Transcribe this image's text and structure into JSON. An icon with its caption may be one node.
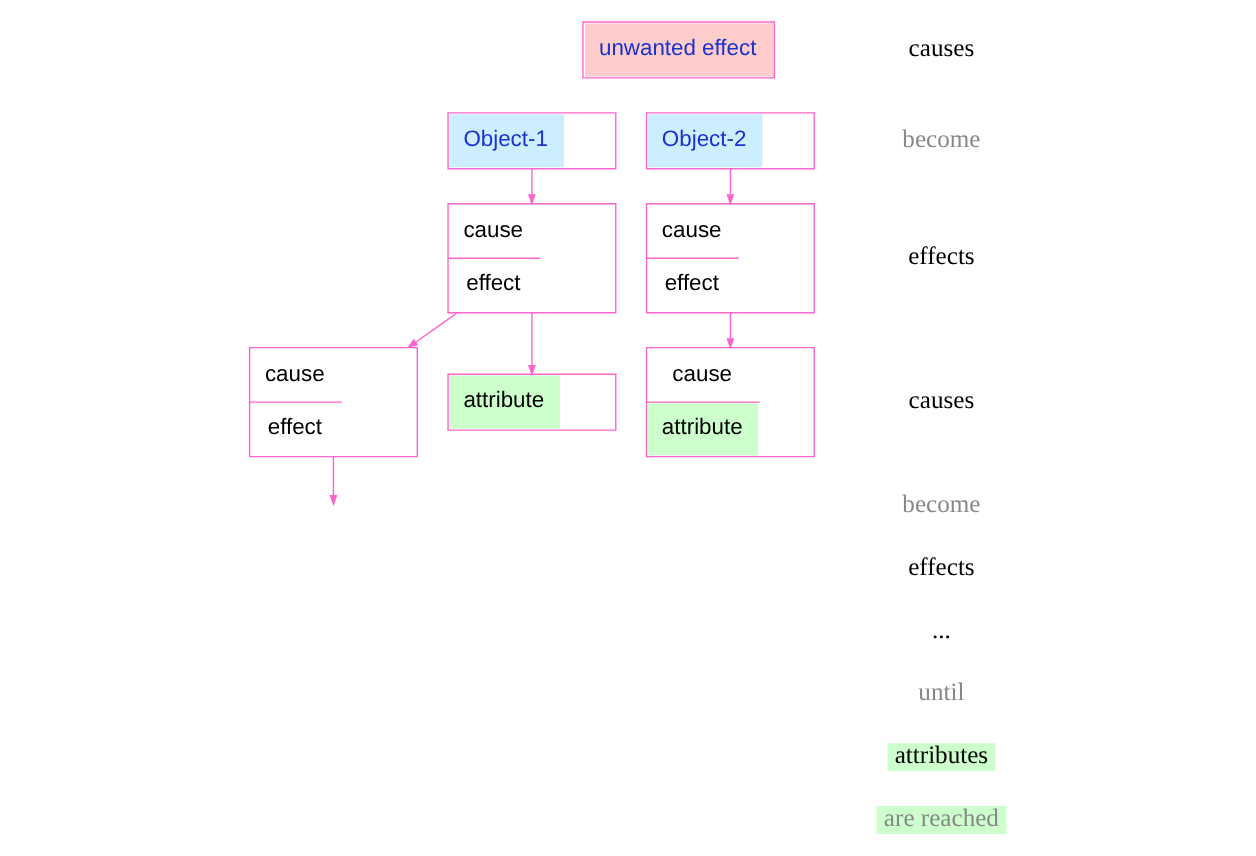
{
  "diagram": {
    "nodes": [
      {
        "text": [
          "unwanted effect"
        ]
      },
      {
        "text": [
          "Object-1"
        ]
      },
      {
        "text": [
          "Object-2"
        ]
      },
      {
        "text": [
          "cause",
          "effect"
        ]
      },
      {
        "text": [
          "cause",
          "effect"
        ]
      },
      {
        "text": [
          "cause",
          "effect"
        ]
      },
      {
        "text": [
          "attribute"
        ]
      },
      {
        "text": [
          "cause",
          "attribute"
        ]
      }
    ],
    "edges": [
      {
        "from": 1,
        "to": 3,
        "arrow": "to"
      },
      {
        "from": 2,
        "to": 4,
        "arrow": "to"
      },
      {
        "from": 3,
        "to": 5,
        "arrow": "to"
      },
      {
        "from": 3,
        "to": 6,
        "arrow": "to"
      },
      {
        "from": 4,
        "to": 7,
        "arrow": "to"
      },
      {
        "from": 5,
        "to": null,
        "arrow": "to"
      }
    ],
    "labels": [
      "causes",
      "become",
      "effects",
      "causes",
      "become",
      "effects",
      "...",
      "until",
      "attributes",
      "are reached"
    ]
  }
}
